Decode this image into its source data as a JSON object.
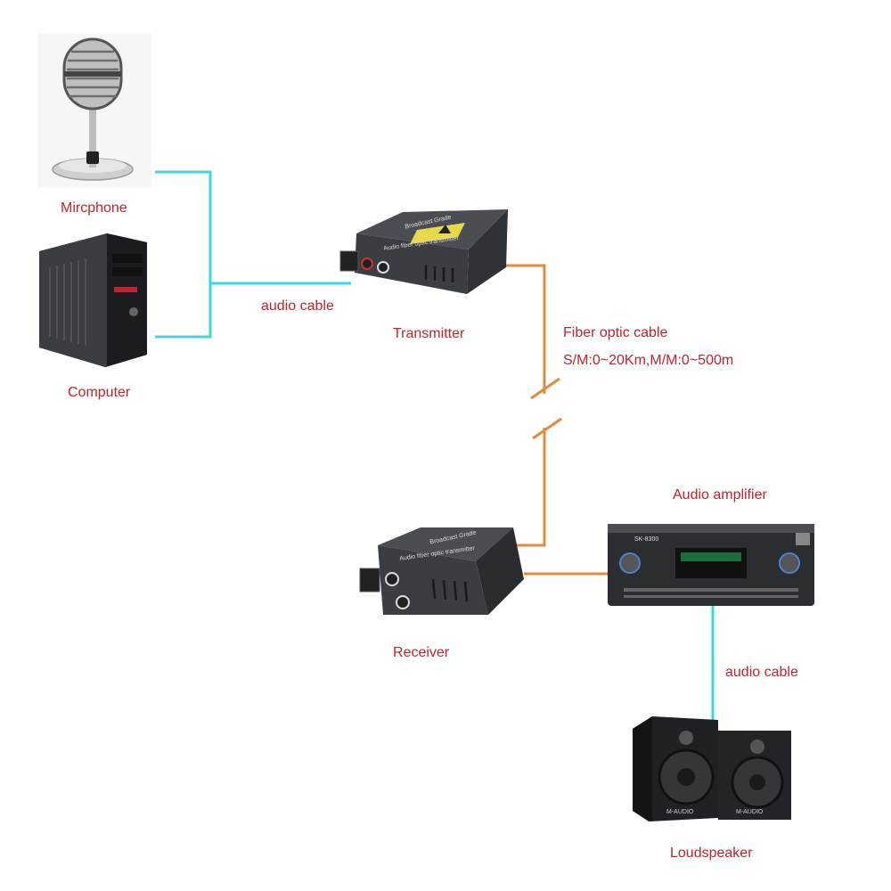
{
  "labels": {
    "microphone": "Mircphone",
    "computer": "Computer",
    "audio_cable_top": "audio cable",
    "transmitter": "Transmitter",
    "fiber_title": "Fiber optic cable",
    "fiber_spec": "S/M:0~20Km,M/M:0~500m",
    "audio_amplifier": "Audio amplifier",
    "receiver": "Receiver",
    "audio_cable_bottom": "audio cable",
    "loudspeaker": "Loudspeaker"
  },
  "device_text": {
    "transmitter_top": "Broadcast Grade",
    "transmitter_side": "Audio fiber optic transmitter",
    "receiver_top": "Broadcast Grade",
    "receiver_side": "Audio fiber optic transmitter",
    "amp_model": "SK-8300",
    "speaker_brand_left": "M-AUDIO",
    "speaker_brand_right": "M-AUDIO"
  },
  "colors": {
    "audio_cable": "#3dd6de",
    "fiber_cable": "#e08a3c",
    "label_red": "#c0232d",
    "device_dark": "#3a3d42"
  }
}
